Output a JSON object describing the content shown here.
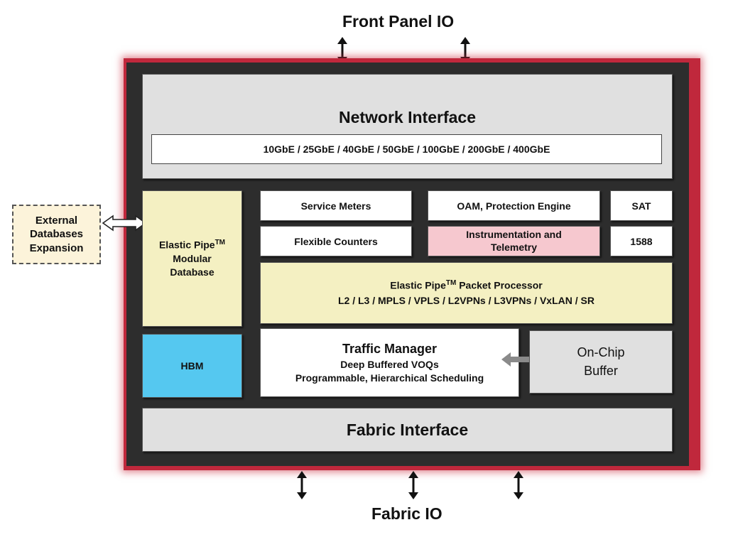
{
  "io": {
    "front_panel": "Front Panel IO",
    "fabric": "Fabric IO"
  },
  "network_interface": {
    "title": "Network Interface",
    "speeds": "10GbE / 25GbE / 40GbE / 50GbE / 100GbE / 200GbE / 400GbE"
  },
  "external": {
    "line1": "External",
    "line2": "Databases",
    "line3": "Expansion"
  },
  "modular_db": {
    "line1": "Elastic Pipe",
    "tm": "TM",
    "line2": "Modular",
    "line3": "Database"
  },
  "blocks": {
    "service_meters": "Service Meters",
    "oam": "OAM, Protection Engine",
    "sat": "SAT",
    "flexible_counters": "Flexible Counters",
    "instrumentation_1": "Instrumentation and",
    "instrumentation_2": "Telemetry",
    "ieee1588": "1588"
  },
  "packet_processor": {
    "title": "Elastic Pipe",
    "tm": "TM",
    "title_rest": " Packet Processor",
    "protocols": "L2 / L3 / MPLS / VPLS / L2VPNs / L3VPNs / VxLAN / SR"
  },
  "hbm": "HBM",
  "traffic_manager": {
    "title": "Traffic Manager",
    "line2": "Deep Buffered VOQs",
    "line3": "Programmable, Hierarchical Scheduling"
  },
  "on_chip_buffer": {
    "line1": "On-Chip",
    "line2": "Buffer"
  },
  "fabric_interface": "Fabric Interface",
  "colors": {
    "chip_border": "#c0283c",
    "chip_body": "#2d2d2d",
    "interface_fill": "#e0e0e0",
    "database_fill": "#f4f0c2",
    "telemetry_fill": "#f6c8cf",
    "hbm_fill": "#55c8f0",
    "external_fill": "#fcf3da"
  }
}
